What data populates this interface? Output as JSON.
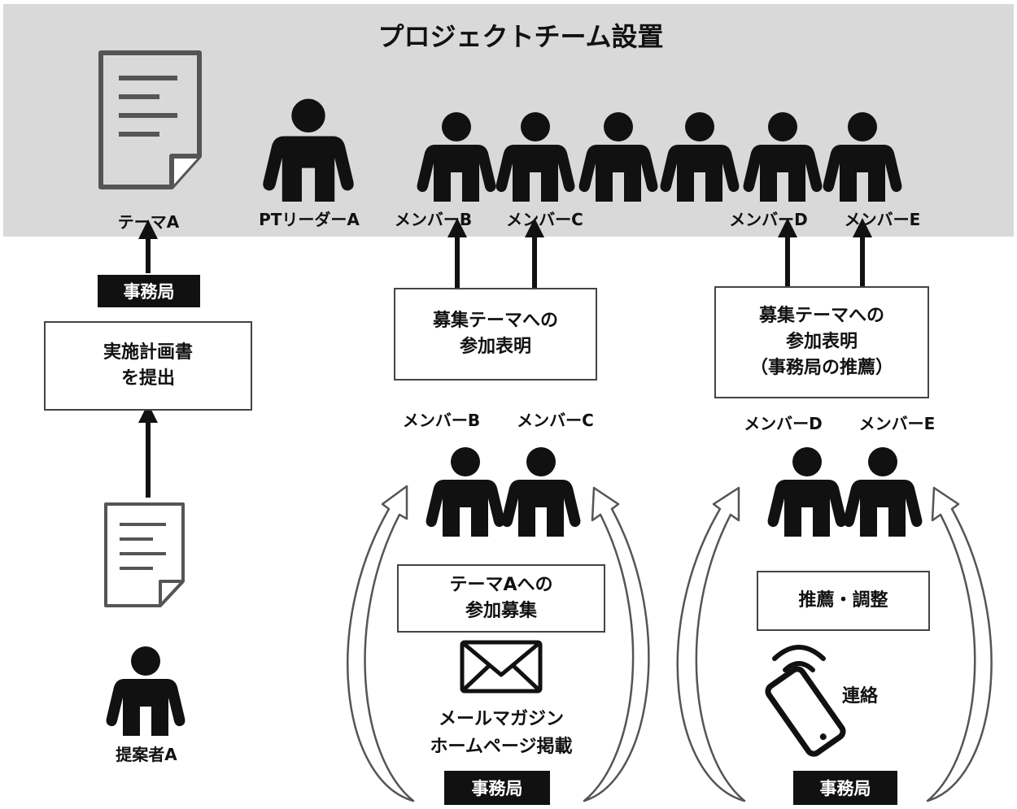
{
  "title": "プロジェクトチーム設置",
  "top_row": {
    "theme_label": "テーマA",
    "leader_label": "PTリーダーA",
    "member_b": "メンバーB",
    "member_c": "メンバーC",
    "member_d": "メンバーD",
    "member_e": "メンバーE"
  },
  "left_flow": {
    "office_tag": "事務局",
    "submit_box": "実施計画書\nを提出",
    "proposer_label": "提案者A"
  },
  "middle_flow": {
    "statement_box": "募集テーマへの\n参加表明",
    "member_b": "メンバーB",
    "member_c": "メンバーC",
    "recruit_box": "テーマAへの\n参加募集",
    "mail_caption": "メールマガジン\nホームページ掲載",
    "office_tag": "事務局"
  },
  "right_flow": {
    "statement_box": "募集テーマへの\n参加表明\n（事務局の推薦）",
    "member_d": "メンバーD",
    "member_e": "メンバーE",
    "recommend_box": "推薦・調整",
    "contact_label": "連絡",
    "office_tag": "事務局"
  },
  "icons": {
    "document": "document-icon",
    "person": "person-icon",
    "envelope": "envelope-icon",
    "smartphone": "smartphone-icon",
    "wireless": "wireless-signal-icon",
    "arrow": "arrow-up-icon",
    "curved_arrow": "curved-arrow-icon"
  }
}
